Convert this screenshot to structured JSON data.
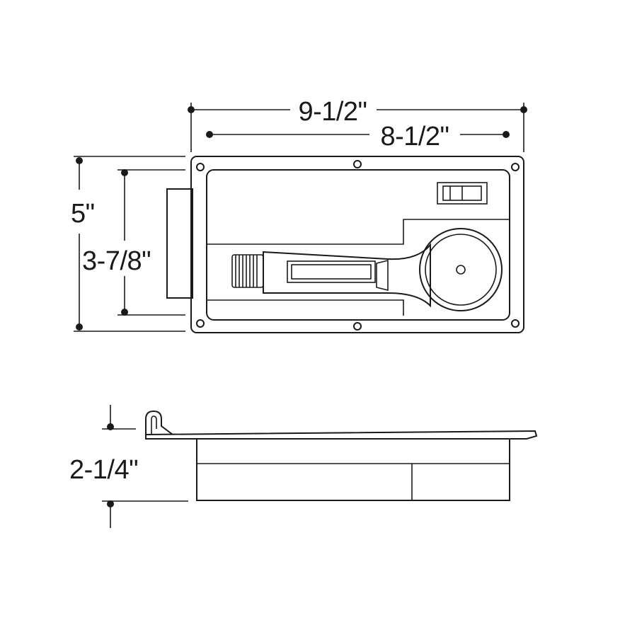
{
  "diagram": {
    "background": "#ffffff",
    "line_color": "#1a1a1a",
    "dimensions": {
      "overall_width": "9-1/2\"",
      "cutout_width": "8-1/2\"",
      "overall_height": "5\"",
      "cutout_height": "3-7/8\"",
      "depth": "2-1/4\""
    }
  }
}
